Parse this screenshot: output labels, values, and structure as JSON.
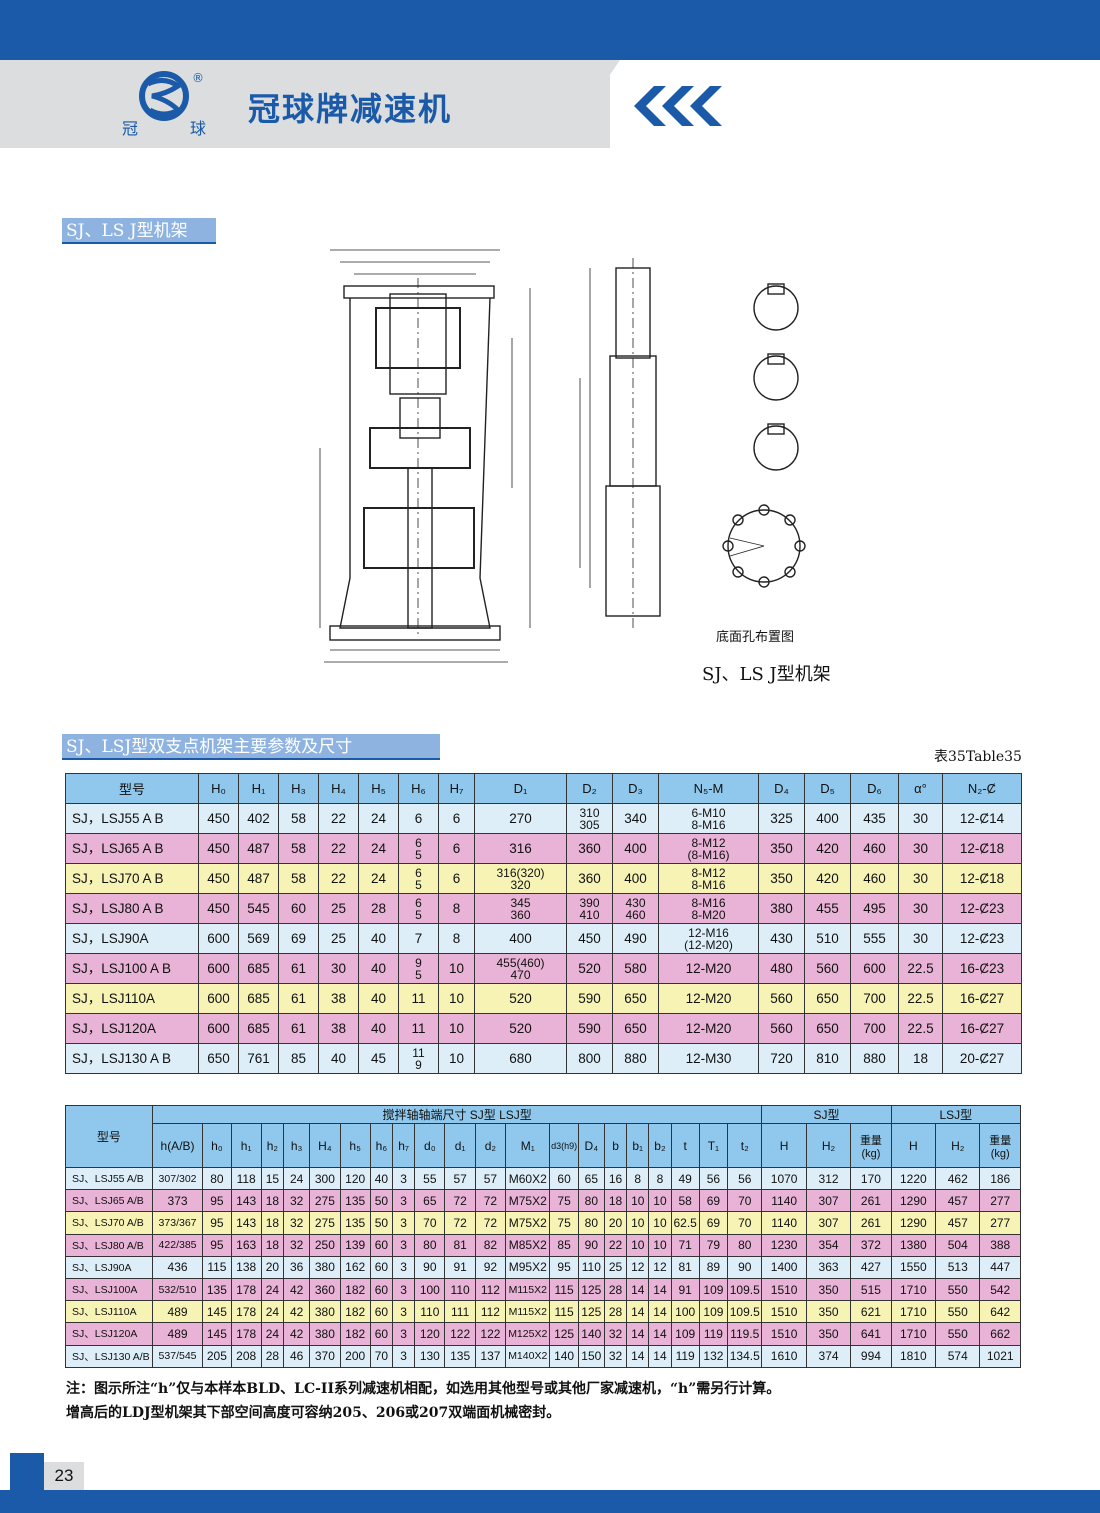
{
  "header": {
    "brand": "冠球牌减速机",
    "logo_left": "冠",
    "logo_right": "球",
    "registered": "®"
  },
  "section1": {
    "label": "SJ、LS J型机架"
  },
  "figure": {
    "caption_small": "底面孔布置图",
    "caption_large": "SJ、LS J型机架"
  },
  "section2": {
    "label": "SJ、LSJ型双支点机架主要参数及尺寸",
    "table_tag": "表35Table35"
  },
  "table1": {
    "headers": [
      "型号",
      "H₀",
      "H₁",
      "H₃",
      "H₄",
      "H₅",
      "H₆",
      "H₇",
      "D₁",
      "D₂",
      "D₃",
      "N₅-M",
      "D₄",
      "D₅",
      "D₆",
      "α°",
      "N₂-Ȼ"
    ],
    "rows": [
      [
        "SJ，LSJ55 A B",
        "450",
        "402",
        "58",
        "22",
        "24",
        "6",
        "6",
        "270",
        "310\n305",
        "340",
        "6-M10\n8-M16",
        "325",
        "400",
        "435",
        "30",
        "12-Ȼ14"
      ],
      [
        "SJ，LSJ65 A B",
        "450",
        "487",
        "58",
        "22",
        "24",
        "6\n5",
        "6",
        "316",
        "360",
        "400",
        "8-M12\n(8-M16)",
        "350",
        "420",
        "460",
        "30",
        "12-Ȼ18"
      ],
      [
        "SJ，LSJ70 A B",
        "450",
        "487",
        "58",
        "22",
        "24",
        "6\n5",
        "6",
        "316(320)\n320",
        "360",
        "400",
        "8-M12\n8-M16",
        "350",
        "420",
        "460",
        "30",
        "12-Ȼ18"
      ],
      [
        "SJ，LSJ80 A B",
        "450",
        "545",
        "60",
        "25",
        "28",
        "6\n5",
        "8",
        "345\n360",
        "390\n410",
        "430\n460",
        "8-M16\n8-M20",
        "380",
        "455",
        "495",
        "30",
        "12-Ȼ23"
      ],
      [
        "SJ，LSJ90A",
        "600",
        "569",
        "69",
        "25",
        "40",
        "7",
        "8",
        "400",
        "450",
        "490",
        "12-M16\n(12-M20)",
        "430",
        "510",
        "555",
        "30",
        "12-Ȼ23"
      ],
      [
        "SJ，LSJ100 A B",
        "600",
        "685",
        "61",
        "30",
        "40",
        "9\n5",
        "10",
        "455(460)\n470",
        "520",
        "580",
        "12-M20",
        "480",
        "560",
        "600",
        "22.5",
        "16-Ȼ23"
      ],
      [
        "SJ，LSJ110A",
        "600",
        "685",
        "61",
        "38",
        "40",
        "11",
        "10",
        "520",
        "590",
        "650",
        "12-M20",
        "560",
        "650",
        "700",
        "22.5",
        "16-Ȼ27"
      ],
      [
        "SJ，LSJ120A",
        "600",
        "685",
        "61",
        "38",
        "40",
        "11",
        "10",
        "520",
        "590",
        "650",
        "12-M20",
        "560",
        "650",
        "700",
        "22.5",
        "16-Ȼ27"
      ],
      [
        "SJ，LSJ130 A B",
        "650",
        "761",
        "85",
        "40",
        "45",
        "11\n9",
        "10",
        "680",
        "800",
        "880",
        "12-M30",
        "720",
        "810",
        "880",
        "18",
        "20-Ȼ27"
      ]
    ]
  },
  "table2": {
    "group_main": "搅拌轴轴端尺寸 SJ型 LSJ型",
    "group_sj": "SJ型",
    "group_lsj": "LSJ型",
    "model_header": "型号",
    "headers": [
      "h(A/B)",
      "h₀",
      "h₁",
      "h₂",
      "h₃",
      "H₄",
      "h₅",
      "h₆",
      "h₇",
      "d₀",
      "d₁",
      "d₂",
      "M₁",
      "d3(h9)",
      "D₄",
      "b",
      "b₁",
      "b₂",
      "t",
      "T₁",
      "t₂",
      "H",
      "H₂",
      "重量(kg)",
      "H",
      "H₂",
      "重量(kg)"
    ],
    "rows": [
      [
        "SJ、LSJ55 A/B",
        "307/302",
        "80",
        "118",
        "15",
        "24",
        "300",
        "120",
        "40",
        "3",
        "55",
        "57",
        "57",
        "M60X2",
        "60",
        "65",
        "16",
        "8",
        "8",
        "49",
        "56",
        "56",
        "1070",
        "312",
        "170",
        "1220",
        "462",
        "186"
      ],
      [
        "SJ、LSJ65 A/B",
        "373",
        "95",
        "143",
        "18",
        "32",
        "275",
        "135",
        "50",
        "3",
        "65",
        "72",
        "72",
        "M75X2",
        "75",
        "80",
        "18",
        "10",
        "10",
        "58",
        "69",
        "70",
        "1140",
        "307",
        "261",
        "1290",
        "457",
        "277"
      ],
      [
        "SJ、LSJ70 A/B",
        "373/367",
        "95",
        "143",
        "18",
        "32",
        "275",
        "135",
        "50",
        "3",
        "70",
        "72",
        "72",
        "M75X2",
        "75",
        "80",
        "20",
        "10",
        "10",
        "62.5",
        "69",
        "70",
        "1140",
        "307",
        "261",
        "1290",
        "457",
        "277"
      ],
      [
        "SJ、LSJ80 A/B",
        "422/385",
        "95",
        "163",
        "18",
        "32",
        "250",
        "139",
        "60",
        "3",
        "80",
        "81",
        "82",
        "M85X2",
        "85",
        "90",
        "22",
        "10",
        "10",
        "71",
        "79",
        "80",
        "1230",
        "354",
        "372",
        "1380",
        "504",
        "388"
      ],
      [
        "SJ、LSJ90A",
        "436",
        "115",
        "138",
        "20",
        "36",
        "380",
        "162",
        "60",
        "3",
        "90",
        "91",
        "92",
        "M95X2",
        "95",
        "110",
        "25",
        "12",
        "12",
        "81",
        "89",
        "90",
        "1400",
        "363",
        "427",
        "1550",
        "513",
        "447"
      ],
      [
        "SJ、LSJ100A",
        "532/510",
        "135",
        "178",
        "24",
        "42",
        "360",
        "182",
        "60",
        "3",
        "100",
        "110",
        "112",
        "M115X2",
        "115",
        "125",
        "28",
        "14",
        "14",
        "91",
        "109",
        "109.5",
        "1510",
        "350",
        "515",
        "1710",
        "550",
        "542"
      ],
      [
        "SJ、LSJ110A",
        "489",
        "145",
        "178",
        "24",
        "42",
        "380",
        "182",
        "60",
        "3",
        "110",
        "111",
        "112",
        "M115X2",
        "115",
        "125",
        "28",
        "14",
        "14",
        "100",
        "109",
        "109.5",
        "1510",
        "350",
        "621",
        "1710",
        "550",
        "642"
      ],
      [
        "SJ、LSJ120A",
        "489",
        "145",
        "178",
        "24",
        "42",
        "380",
        "182",
        "60",
        "3",
        "120",
        "122",
        "122",
        "M125X2",
        "125",
        "140",
        "32",
        "14",
        "14",
        "109",
        "119",
        "119.5",
        "1510",
        "350",
        "641",
        "1710",
        "550",
        "662"
      ],
      [
        "SJ、LSJ130 A/B",
        "537/545",
        "205",
        "208",
        "28",
        "46",
        "370",
        "200",
        "70",
        "3",
        "130",
        "135",
        "137",
        "M140X2",
        "140",
        "150",
        "32",
        "14",
        "14",
        "119",
        "132",
        "134.5",
        "1610",
        "374",
        "994",
        "1810",
        "574",
        "1021"
      ]
    ]
  },
  "notes": {
    "line1": "注：图示所注“h”仅与本样本BLD、LC-II系列减速机相配，如选用其他型号或其他厂家减速机，“h”需另行计算。",
    "line2": "增高后的LDJ型机架其下部空间高度可容纳205、206或207双端面机械密封。"
  },
  "footer": {
    "page_number": "23"
  },
  "colors": {
    "brand_blue": "#1a5aa8",
    "row_blue": "#ddeef8",
    "row_pink": "#e8b3d6",
    "row_yellow": "#f6f3b4",
    "header_cyan": "#8fc8ec"
  }
}
